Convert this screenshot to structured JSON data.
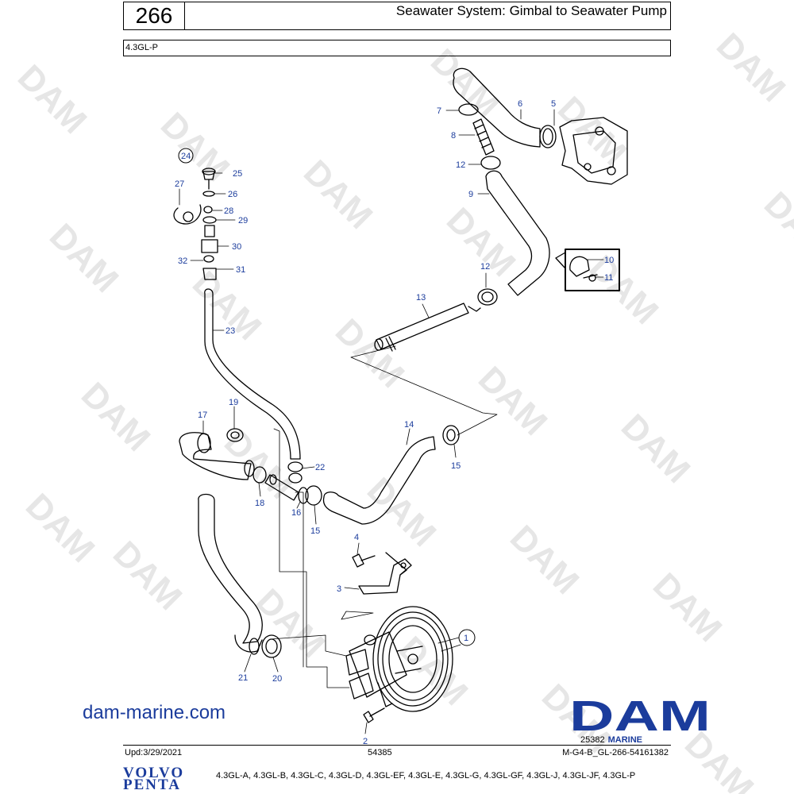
{
  "header": {
    "page_number": "266",
    "title": "Seawater System: Gimbal to Seawater Pump",
    "model": "4.3GL-P"
  },
  "watermark": {
    "text": "DAM"
  },
  "parts": {
    "p1": "1",
    "p2": "2",
    "p3": "3",
    "p4": "4",
    "p5": "5",
    "p6": "6",
    "p7": "7",
    "p8": "8",
    "p9": "9",
    "p10": "10",
    "p11": "11",
    "p12a": "12",
    "p12b": "12",
    "p13": "13",
    "p14": "14",
    "p15a": "15",
    "p15b": "15",
    "p16": "16",
    "p17": "17",
    "p18": "18",
    "p19": "19",
    "p20": "20",
    "p21": "21",
    "p22": "22",
    "p23": "23",
    "p24": "24",
    "p25": "25",
    "p26": "26",
    "p27": "27",
    "p28": "28",
    "p29": "29",
    "p30": "30",
    "p31": "31",
    "p32": "32"
  },
  "branding": {
    "website": "dam-marine.com",
    "logo_text": "DAM",
    "sub_code": "25382",
    "sub_marine": "MARINE",
    "volvo_line1": "VOLVO",
    "volvo_line2": "PENTA"
  },
  "footer": {
    "updated": "Upd:3/29/2021",
    "center_code": "54385",
    "right_code": "M-G4-B_GL-266-54161382",
    "models": "4.3GL-A, 4.3GL-B, 4.3GL-C, 4.3GL-D, 4.3GL-EF, 4.3GL-E, 4.3GL-G, 4.3GL-GF, 4.3GL-J, 4.3GL-JF, 4.3GL-P"
  },
  "colors": {
    "label_blue": "#1b3c9c",
    "watermark_gray": "#e4e4e4"
  }
}
